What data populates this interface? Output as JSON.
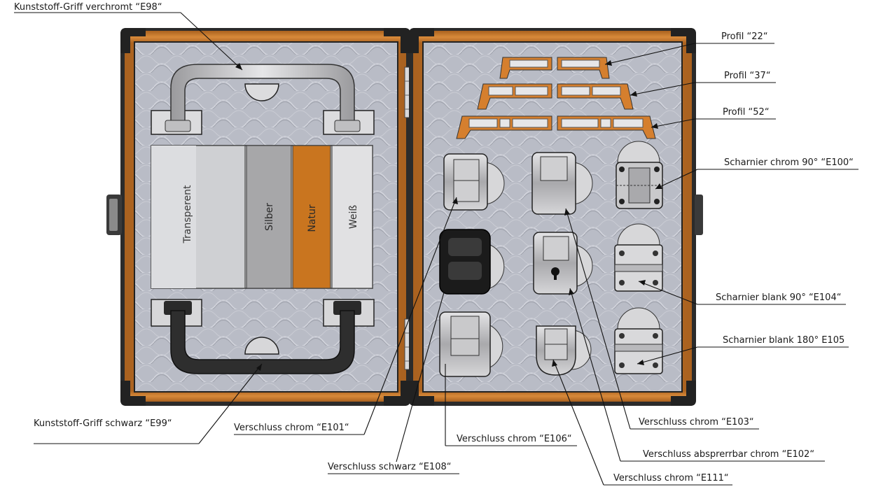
{
  "labels": {
    "e98": "Kunststoff-Griff verchromt “E98“",
    "e99": "Kunststoff-Griff schwarz “E99“",
    "e101": "Verschluss chrom “E101“",
    "e108": "Verschluss schwarz “E108“",
    "e106": "Verschluss chrom “E106“",
    "e103": "Verschluss chrom “E103“",
    "e102": "Verschluss absprerrbar chrom “E102“",
    "e111": "Verschluss chrom “E111“",
    "p22": "Profil “22“",
    "p37": "Profil “37“",
    "p52": "Profil “52“",
    "e100": "Scharnier chrom 90° “E100“",
    "e104": "Scharnier blank 90° “E104“",
    "e105": "Scharnier blank 180° E105"
  },
  "swatches": {
    "transparent": "Transperent",
    "silber": "Silber",
    "natur": "Natur",
    "weiss": "Weiß"
  },
  "colors": {
    "wood": "#c8762a",
    "wood_dark": "#9a5518",
    "foam": "#b9bcc6",
    "corner": "#2b2b2b",
    "natur": "#c9751f",
    "silber": "#a7a7a9",
    "weiss": "#e1e1e3",
    "transparent": "#d2d2d4",
    "profile_orange": "#d57f2e"
  }
}
